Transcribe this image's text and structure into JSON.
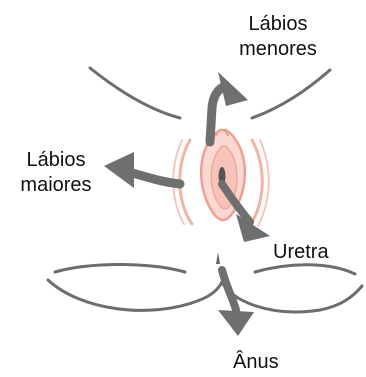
{
  "labels": {
    "labios_menores": [
      "Lábios",
      "menores"
    ],
    "labios_maiores": [
      "Lábios",
      "maiores"
    ],
    "uretra": "Uretra",
    "anus": "Ânus"
  },
  "colors": {
    "outline": "#6d6d6d",
    "arrow": "#6f6f6f",
    "labia_outer": "#f0b3a5",
    "labia_inner": "#f6c6bc",
    "inner_fill": "#fbd9d2",
    "opening": "#555555"
  }
}
